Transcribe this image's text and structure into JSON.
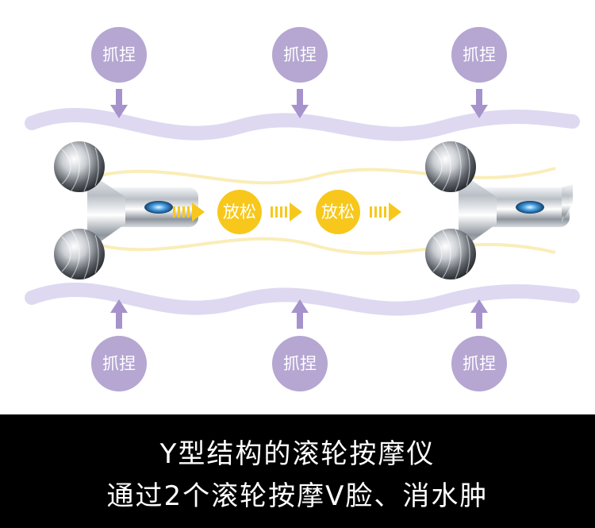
{
  "diagram": {
    "squeeze_label": "抓捏",
    "relax_label": "放松"
  },
  "caption": {
    "line1": "Y型结构的滚轮按摩仪",
    "line2": "通过2个滚轮按摩V脸、消水肿"
  },
  "colors": {
    "squeeze_circle": "#b5a6d2",
    "squeeze_arrow": "#a693cc",
    "relax_circle": "#f7c81b",
    "relax_arrow": "#f7c81b",
    "wave_purple": "#d8d2ee",
    "wave_yellow": "#f9ebb0",
    "caption_bg": "#000000"
  },
  "icons": [
    "roller-massager-icon",
    "arrow-down-icon",
    "arrow-up-icon",
    "arrow-right-icon"
  ]
}
